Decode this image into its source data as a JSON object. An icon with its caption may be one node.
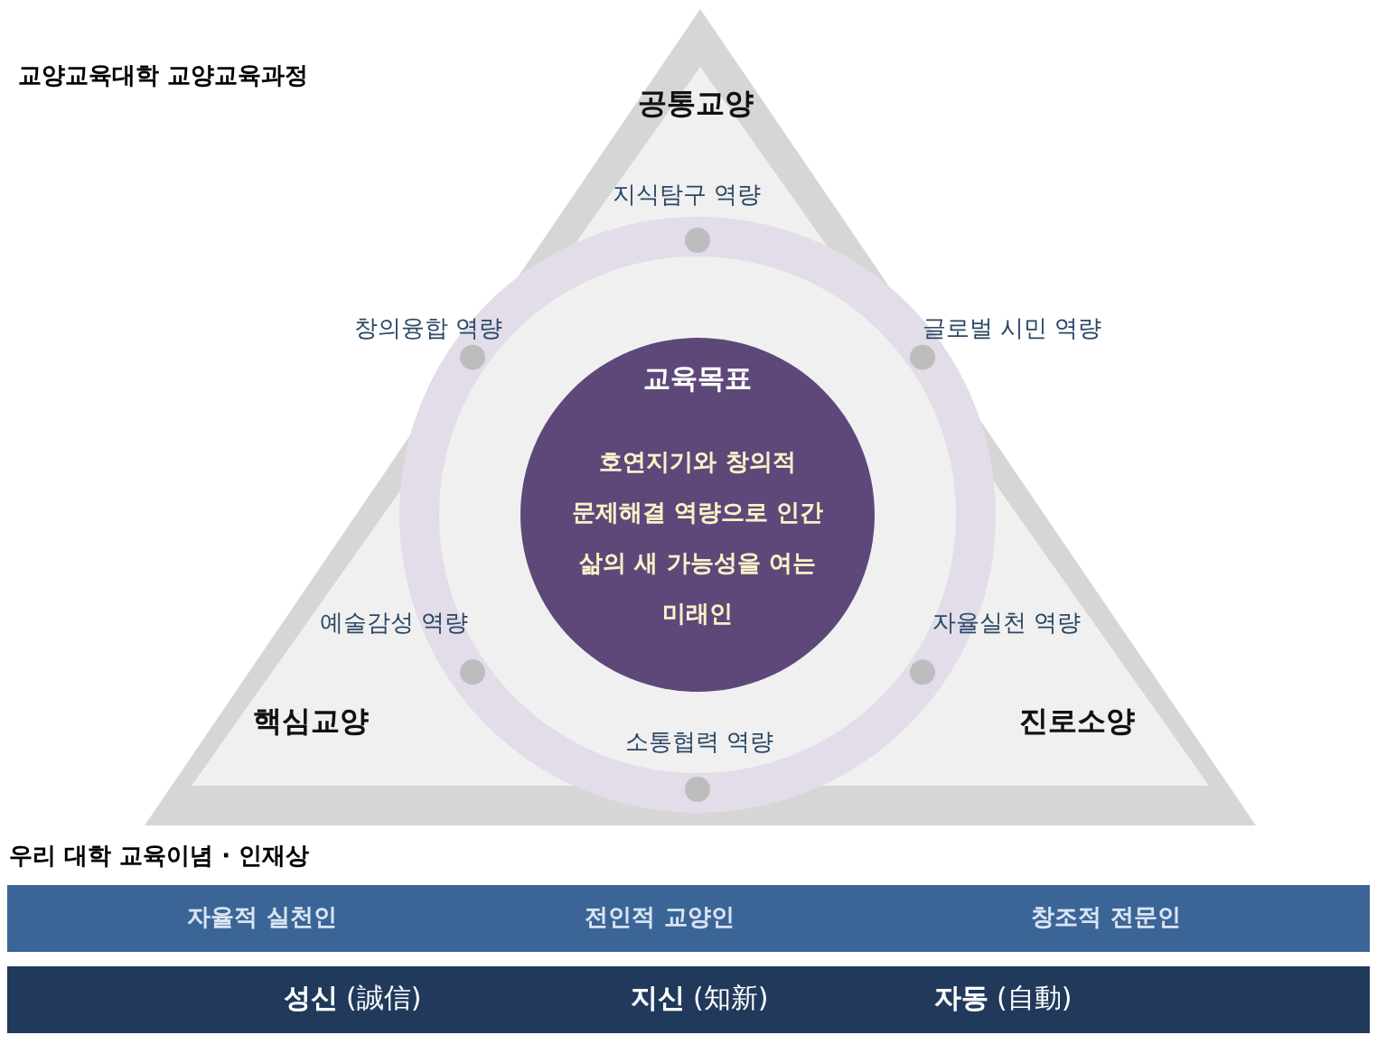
{
  "diagram": {
    "title": "교양교육대학 교양교육과정",
    "nodes": [
      {
        "text": [
          "공통교양",
          "핵심교양",
          "진로소양"
        ]
      },
      {
        "text": [],
        "shape": "circle",
        "in": 0
      },
      {
        "text": [
          "교육목표",
          "호연지기와 창의적 문제해결 역량으로 인간 삶의 새 가능성을 여는 미래인"
        ],
        "in": 1
      },
      {
        "text": [
          "자율적 실천인",
          "전인적 교양인",
          "창조적 전문인"
        ]
      },
      {
        "text": [
          "**성신** (誠信)",
          "**지신** (知新)",
          "**자동** (自動)"
        ]
      }
    ],
    "labels": [
      "지식탐구 역량",
      "창의융합 역량",
      "글로벌 시민 역량",
      "예술감성 역량",
      "자율실천 역량",
      "소통협력 역량",
      "우리 대학 교육이념 · 인재상"
    ]
  }
}
